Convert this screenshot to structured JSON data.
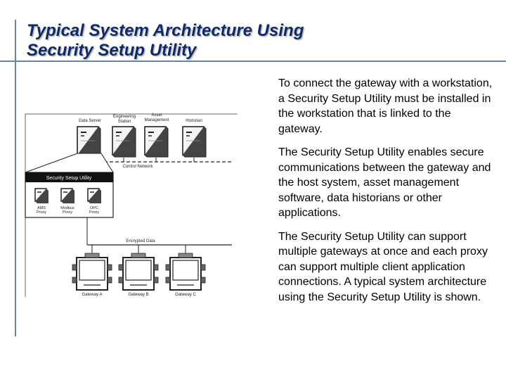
{
  "title": {
    "line1": "Typical System  Architecture Using",
    "line2": "Security Setup Utility"
  },
  "paragraphs": [
    "To connect the gateway with a workstation, a Security Setup Utility must be installed in the workstation that is linked to the gateway.",
    "The Security Setup Utility enables secure communications between the gateway and the host system, asset management software, data historians or other applications.",
    "The Security Setup Utility can support multiple gateways at once and each proxy can support multiple client application connections. A typical system architecture using the Security Setup Utility is shown."
  ],
  "diagram": {
    "servers": [
      {
        "label": "Data Server"
      },
      {
        "label1": "Engineering",
        "label2": "Station"
      },
      {
        "label1": "Asset",
        "label2": "Management"
      },
      {
        "label": "Historian"
      }
    ],
    "control_network": "Control Network",
    "utility_label": "Security Setup Utility",
    "proxies": [
      {
        "label1": "AMS",
        "label2": "Proxy"
      },
      {
        "label1": "Modbus",
        "label2": "Proxy"
      },
      {
        "label1": "OPC",
        "label2": "Proxy"
      }
    ],
    "encrypted_data": "Encrypted Data",
    "gateways": [
      "Gateway A",
      "Gateway B",
      "Gateway C"
    ]
  }
}
